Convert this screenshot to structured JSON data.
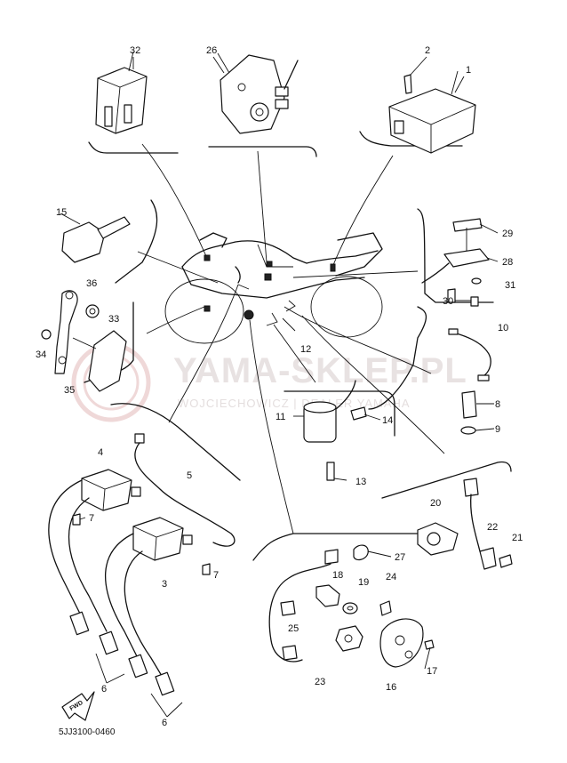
{
  "watermark": {
    "main": "YAMA-SKLEP.PL",
    "sub": "WOJCIECHOWICZ | DEALER YAMAHA"
  },
  "diagram_code": "5JJ3100-0460",
  "fwd_label": "FWD",
  "callouts": {
    "n1": "1",
    "n2": "2",
    "n3": "3",
    "n4": "4",
    "n5": "5",
    "n6a": "6",
    "n6b": "6",
    "n7a": "7",
    "n7b": "7",
    "n8": "8",
    "n9": "9",
    "n10": "10",
    "n11": "11",
    "n12": "12",
    "n13": "13",
    "n14": "14",
    "n15": "15",
    "n16": "16",
    "n17": "17",
    "n18": "18",
    "n19": "19",
    "n20": "20",
    "n21": "21",
    "n22": "22",
    "n23": "23",
    "n24": "24",
    "n25": "25",
    "n26": "26",
    "n27": "27",
    "n28": "28",
    "n29": "29",
    "n30": "30",
    "n31": "31",
    "n32": "32",
    "n33": "33",
    "n34": "34",
    "n35": "35",
    "n36": "36"
  }
}
